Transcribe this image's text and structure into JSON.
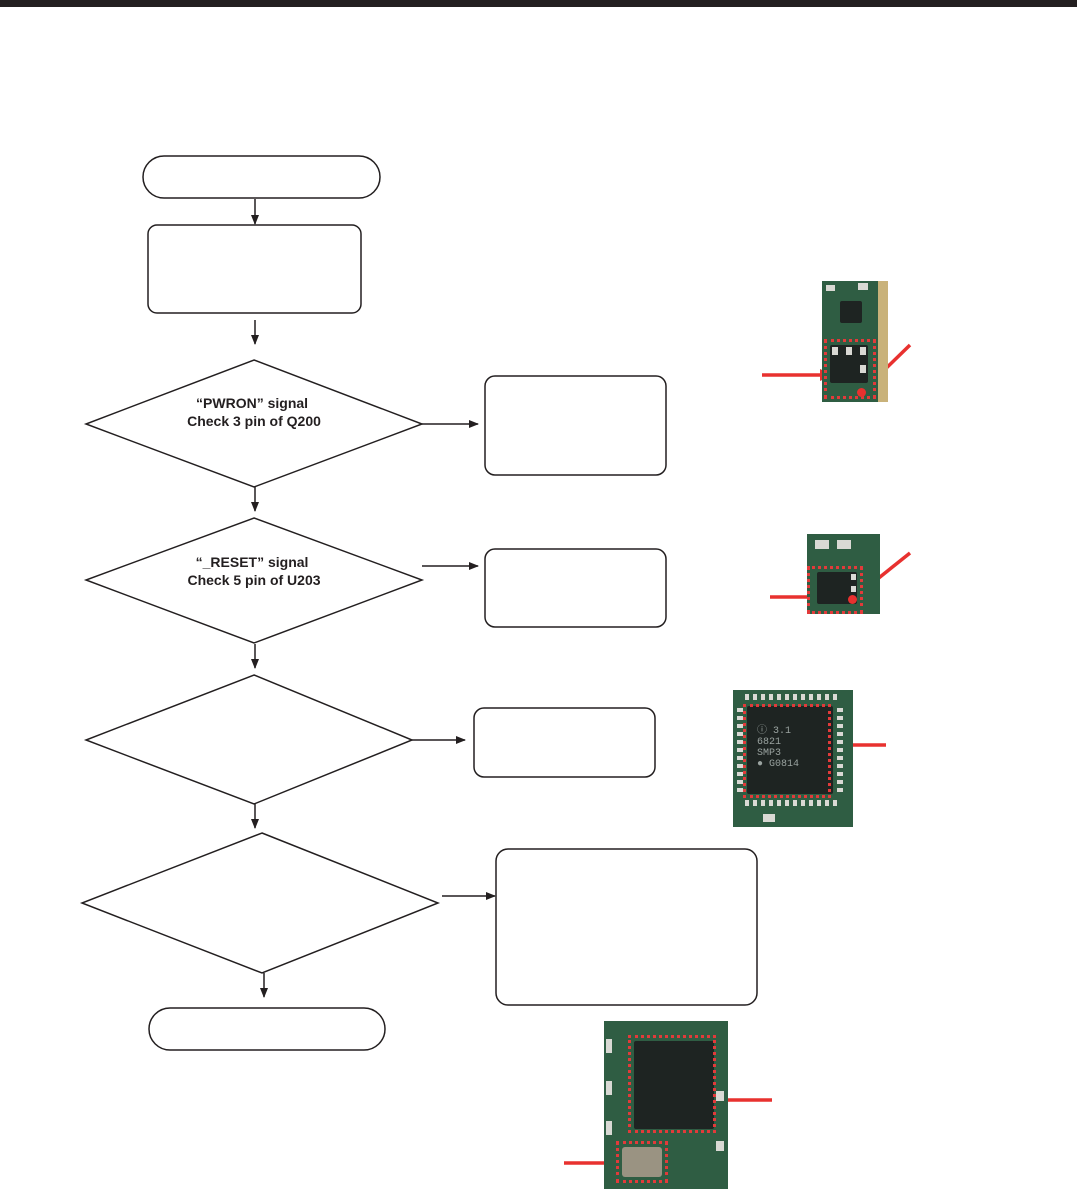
{
  "flowchart": {
    "decision_pwron": {
      "line1": "“PWRON” signal",
      "line2": "Check 3 pin of Q200"
    },
    "decision_reset": {
      "line1": "“_RESET” signal",
      "line2": "Check 5 pin of U203"
    }
  },
  "colors": {
    "stroke": "#231f20",
    "arrow_marker": "#e8312f",
    "highlight_box": "#e23a3a",
    "pcb_green": "#2f5d43"
  },
  "photo_4": {
    "chip_marking": [
      "ⓘ 3.1",
      "6821",
      "SMP3",
      "● G0814"
    ]
  }
}
